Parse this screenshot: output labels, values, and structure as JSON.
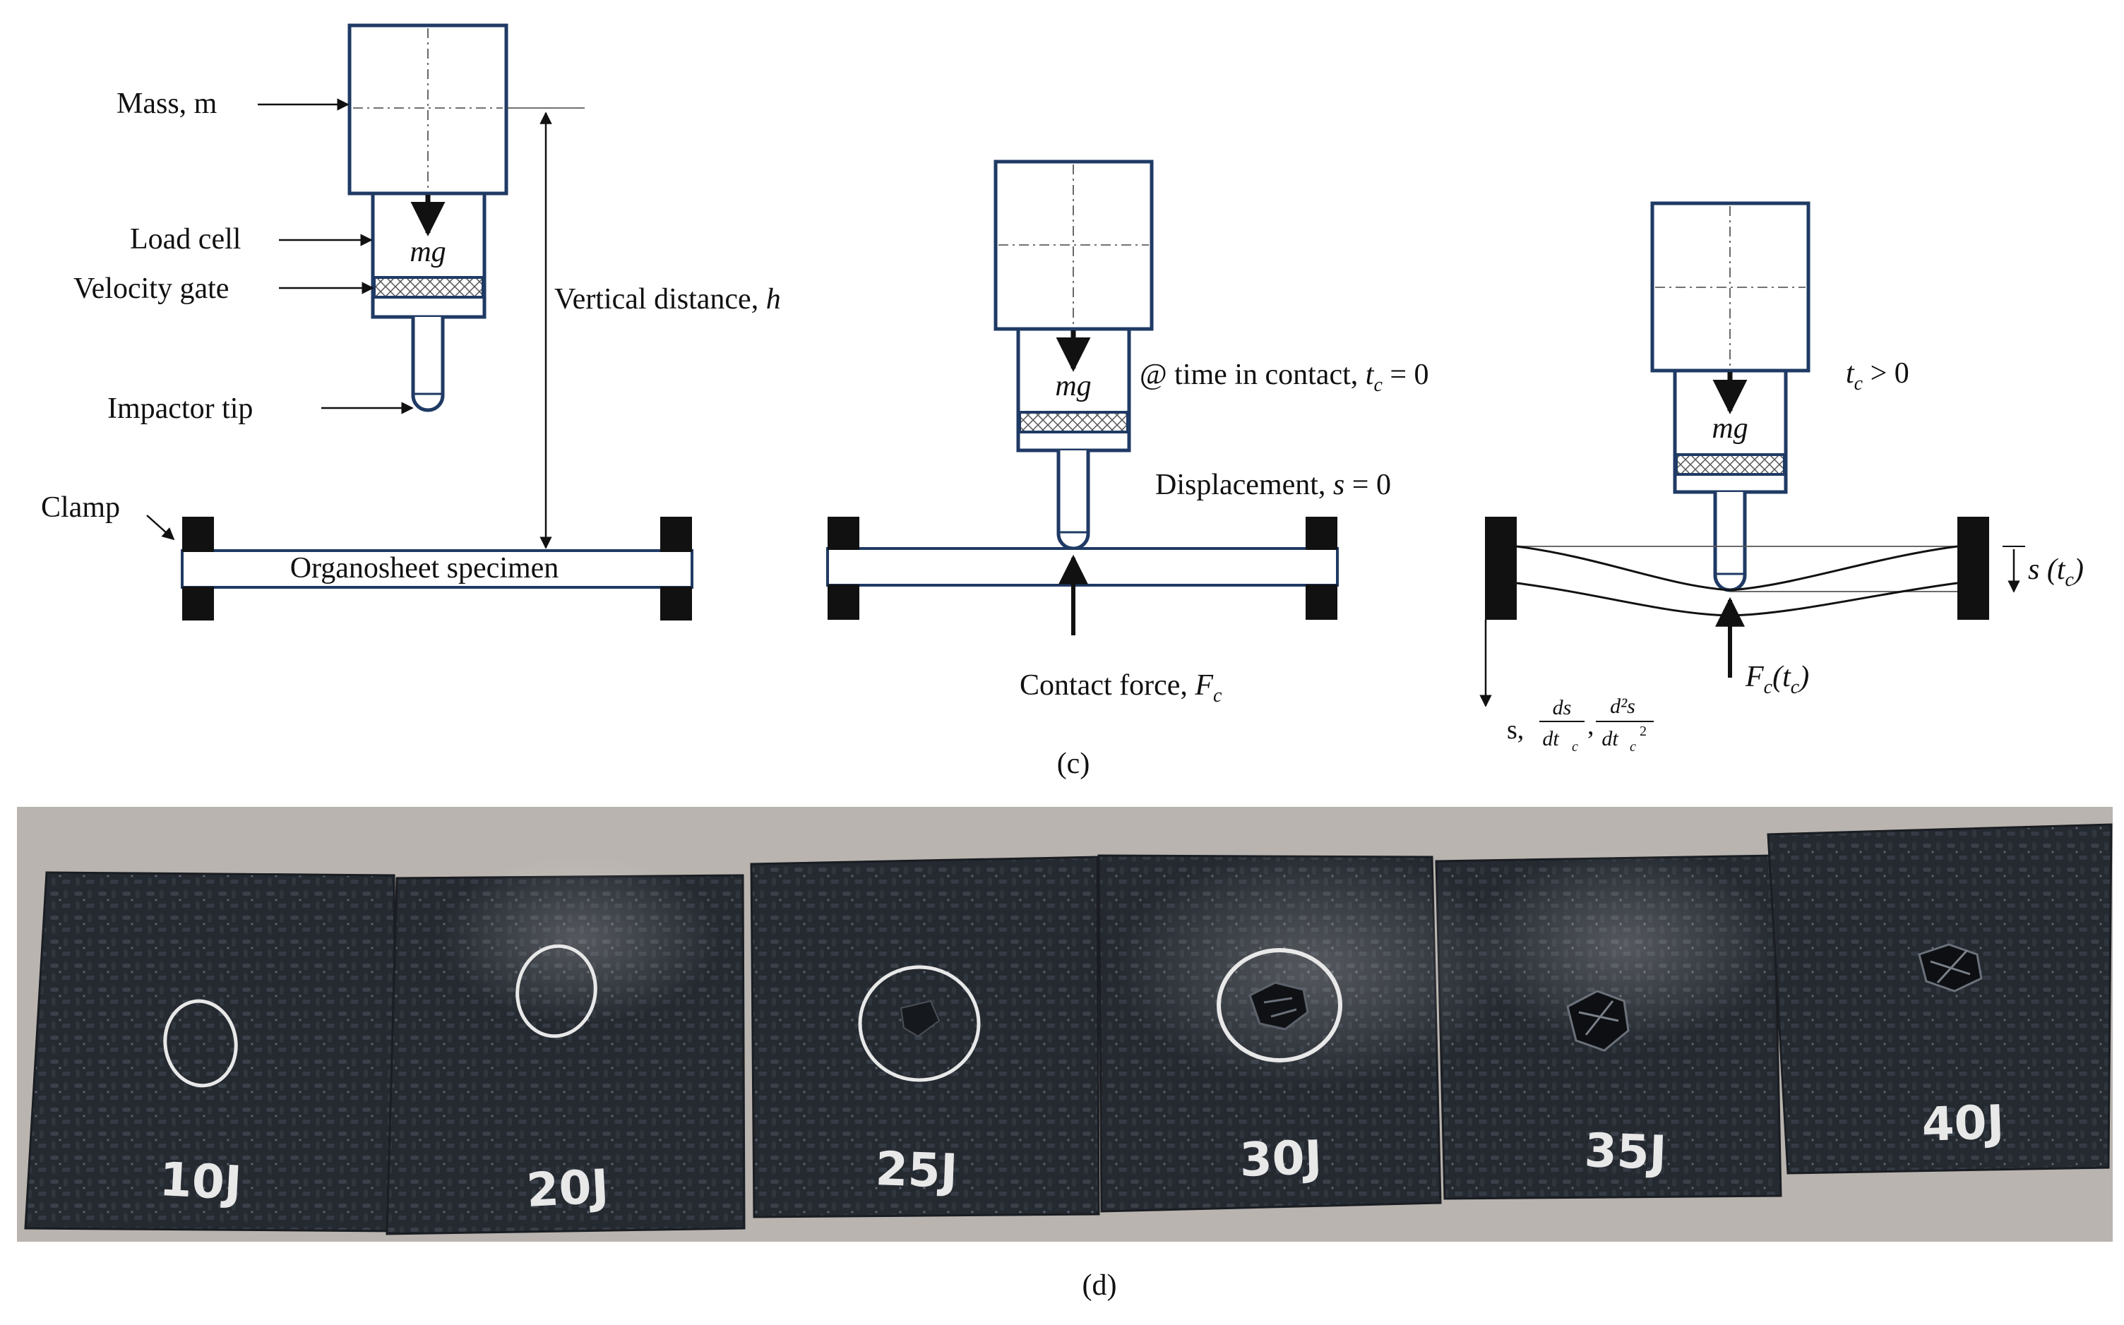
{
  "panel_c": {
    "caption": "(c)",
    "stage1": {
      "mass_label": "Mass, m",
      "load_cell_label": "Load cell",
      "velocity_gate_label": "Velocity gate",
      "impactor_tip_label": "Impactor tip",
      "clamp_label": "Clamp",
      "specimen_label": "Organosheet specimen",
      "vertical_distance_label": "Vertical distance, ",
      "vertical_distance_symbol": "h",
      "weight_label": "mg"
    },
    "stage2": {
      "weight_label": "mg",
      "time_label": "@ time in contact, ",
      "time_symbol": "t",
      "time_subscript": "c",
      "time_value": " = 0",
      "displacement_label": "Displacement, ",
      "displacement_symbol": "s",
      "displacement_value": " = 0",
      "contact_force_label": "Contact force, ",
      "contact_force_symbol": "F",
      "contact_force_subscript": "c"
    },
    "stage3": {
      "weight_label": "mg",
      "time_symbol": "t",
      "time_subscript": "c",
      "time_value": " > 0",
      "deflection_label": "s (t",
      "deflection_subscript": "c",
      "deflection_close": ")",
      "force_symbol": "F",
      "force_subscript": "c",
      "force_arg": "(t",
      "force_arg_subscript": "c",
      "force_arg_close": ")",
      "derivatives_s": "s,",
      "derivative1_num": "ds",
      "derivative1_den": "dt",
      "derivative1_den_sub": "c",
      "derivative2_num": "d²s",
      "derivative2_den": "dt",
      "derivative2_den_sub": "c",
      "derivative2_den_sup": "2",
      "comma": ","
    }
  },
  "panel_d": {
    "caption": "(d)",
    "samples": [
      {
        "label": "10J"
      },
      {
        "label": "20J"
      },
      {
        "label": "25J"
      },
      {
        "label": "30J"
      },
      {
        "label": "35J"
      },
      {
        "label": "40J"
      }
    ],
    "background_color": "#b9b4af",
    "specimen_color": "#23272d",
    "chalk_color": "#e8e8e8"
  },
  "colors": {
    "outline": "#1f3a64",
    "clamp": "#111111",
    "arrow": "#111111"
  }
}
